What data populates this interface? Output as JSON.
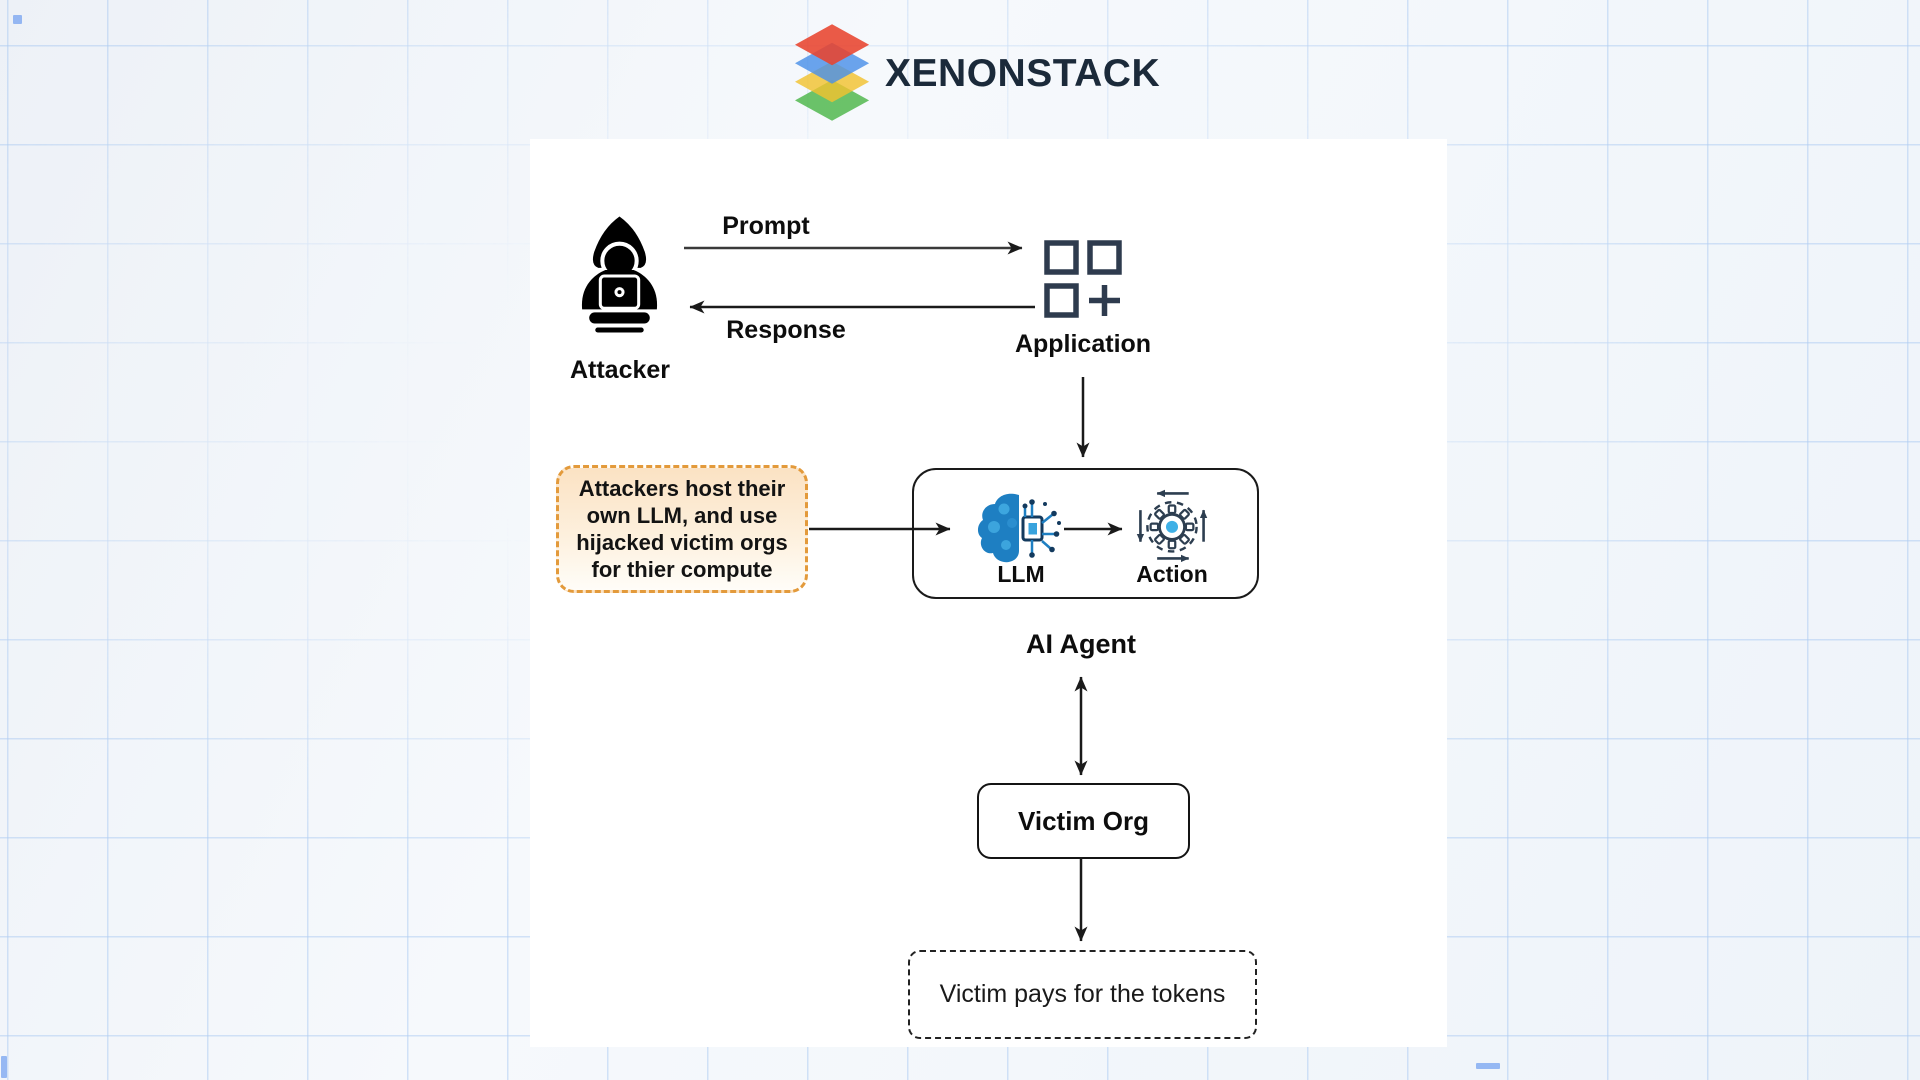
{
  "brand": {
    "name": "XENONSTACK",
    "logo_icon": "layered-diamonds",
    "layer_colors": [
      "#E8432D",
      "#4A90E8",
      "#F2C230",
      "#4CB648"
    ]
  },
  "diagram": {
    "attacker": {
      "label": "Attacker"
    },
    "prompt": {
      "label": "Prompt"
    },
    "response": {
      "label": "Response"
    },
    "application": {
      "label": "Application"
    },
    "note": {
      "lines": [
        "Attackers host their",
        "own LLM, and use",
        "hijacked victim orgs",
        "for thier compute"
      ],
      "border_color": "#E39A3B",
      "fill_color": "#FBE3C6"
    },
    "ai_agent": {
      "label": "AI Agent",
      "llm_label": "LLM",
      "action_label": "Action"
    },
    "victim_org": {
      "label": "Victim Org"
    },
    "victim_pays": {
      "label": "Victim pays for the tokens"
    },
    "edges": [
      {
        "from": "Attacker",
        "to": "Application",
        "label": "Prompt",
        "direction": "forward"
      },
      {
        "from": "Application",
        "to": "Attacker",
        "label": "Response",
        "direction": "forward"
      },
      {
        "from": "Application",
        "to": "AI Agent",
        "label": "",
        "direction": "forward"
      },
      {
        "from": "Attacker note",
        "to": "LLM",
        "label": "",
        "direction": "forward"
      },
      {
        "from": "LLM",
        "to": "Action",
        "label": "",
        "direction": "forward"
      },
      {
        "from": "AI Agent",
        "to": "Victim Org",
        "label": "",
        "direction": "bidirectional"
      },
      {
        "from": "Victim Org",
        "to": "Victim pays for the tokens",
        "label": "",
        "direction": "forward"
      }
    ]
  }
}
